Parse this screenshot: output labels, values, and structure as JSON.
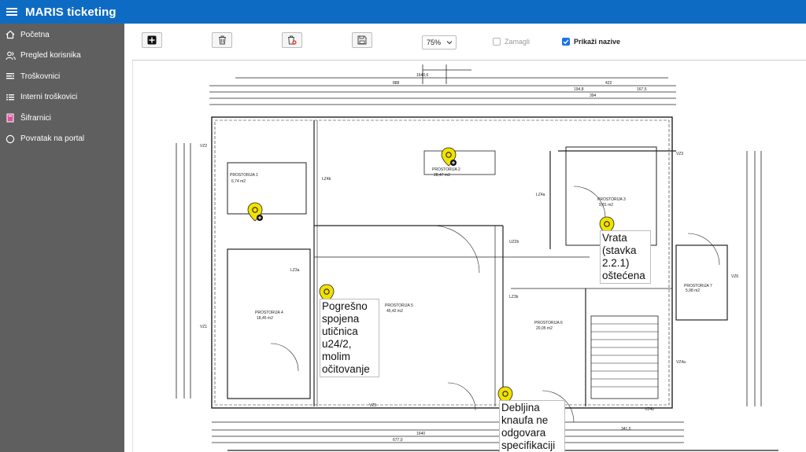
{
  "app": {
    "title": "MARIS ticketing"
  },
  "sidebar": {
    "items": [
      {
        "label": "Početna",
        "icon": "home-icon"
      },
      {
        "label": "Pregled korisnika",
        "icon": "users-icon"
      },
      {
        "label": "Troškovnici",
        "icon": "list-icon"
      },
      {
        "label": "Interni troškovici",
        "icon": "list-alt-icon"
      },
      {
        "label": "Šifrarnici",
        "icon": "book-icon"
      },
      {
        "label": "Povratak na portal",
        "icon": "circle-icon"
      }
    ]
  },
  "toolbar": {
    "zoom": "75%",
    "blur_label": "Zamagli",
    "blur_checked": false,
    "show_names_label": "Prikaži nazive",
    "show_names_checked": true
  },
  "plan": {
    "rooms": [
      {
        "name": "PROSTORIJA 1",
        "area": "6,74 m2"
      },
      {
        "name": "PROSTORIJA 2",
        "area": "28,47 m2"
      },
      {
        "name": "PROSTORIJA 3",
        "area": "9,81 m2"
      },
      {
        "name": "PROSTORIJA 4",
        "area": "18,45 m2"
      },
      {
        "name": "PROSTORIJA 5",
        "area": "45,42 m2"
      },
      {
        "name": "PROSTORIJA 6",
        "area": "20,05 m2"
      },
      {
        "name": "PROSTORIJA 7",
        "area": "5,98 m2"
      }
    ],
    "dimensions_top": [
      "1640,6",
      "888",
      "422",
      "194,8",
      "167,5",
      "394"
    ],
    "dimensions_bottom": [
      "1640",
      "677,0",
      "341,5"
    ],
    "wall_labels": [
      "VZ1",
      "VZ2",
      "VZ3",
      "VZ4a",
      "VZ4b",
      "VZ5",
      "VZ6",
      "LZ3a",
      "LZ3b",
      "LZ4a",
      "LZ4b",
      "UZ2b"
    ]
  },
  "annotations": [
    {
      "text": "Vrata (stavka 2.2.1) oštećena"
    },
    {
      "text": "Pogrešno spojena utičnica u24/2, molim očitovanje"
    },
    {
      "text": "Debljina knaufa ne odgovara specifikaciji"
    }
  ],
  "colors": {
    "topbar": "#0e6bc4",
    "sidebar": "#5f5f5f",
    "marker": "#f2e200",
    "checkbox": "#1a73e8"
  }
}
